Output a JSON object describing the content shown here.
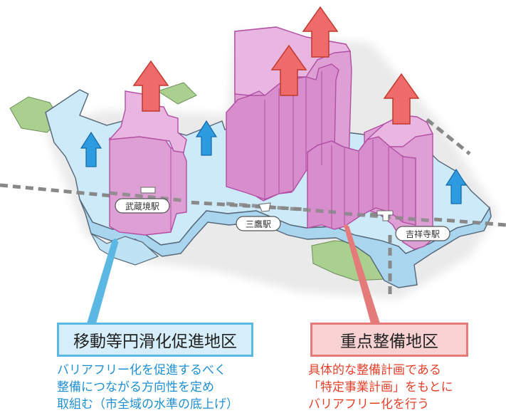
{
  "stations": {
    "musashisakai": "武蔵境駅",
    "mitaka": "三鷹駅",
    "kichijoji": "吉祥寺駅"
  },
  "legend": {
    "promotion_area": {
      "title": "移動等円滑化促進地区",
      "description": [
        "バリアフリー化を促進するべく",
        "整備につながる方向性を定め",
        "取組む（市全域の水準の底上げ）"
      ],
      "color": "#5bb8e3"
    },
    "priority_area": {
      "title": "重点整備地区",
      "description": [
        "具体的な整備計画である",
        "「特定事業計画」をもとに",
        "バリアフリー化を行う"
      ],
      "color": "#e57a7a"
    }
  },
  "colors": {
    "base_fill": "#cdeaf8",
    "base_stroke": "#556677",
    "green_area": "#a9d08e",
    "block_fill": "#dea0d4",
    "block_stroke": "#b24ea3",
    "arrow_red": "#ef6b6b",
    "arrow_blue": "#2d9be0",
    "railway": "#888888"
  }
}
